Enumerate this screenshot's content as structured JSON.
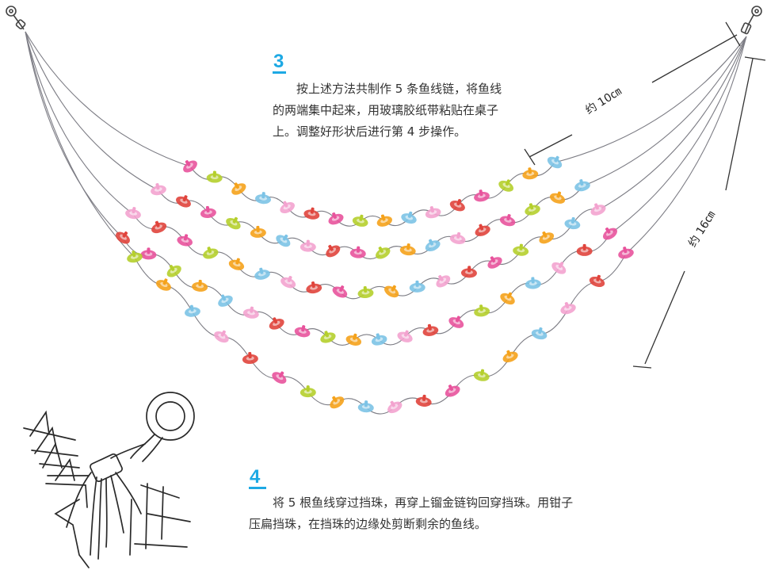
{
  "step3": {
    "number": "3",
    "text": "按上述方法共制作 5 条鱼线链，将鱼线的两端集中起来，用玻璃胶纸带粘贴在桌子上。调整好形状后进行第 4 步操作。"
  },
  "step4": {
    "number": "4",
    "text": "将 5 根鱼线穿过挡珠，再穿上镏金链钩回穿挡珠。用钳子压扁挡珠，在挡珠的边缘处剪断剩余的鱼线。"
  },
  "dimensions": {
    "short": "约 10㎝",
    "long": "约 16㎝"
  },
  "colors": {
    "accent": "#1da9e4",
    "bead_pink": "#e8539c",
    "bead_light_pink": "#f3a3cf",
    "bead_orange": "#f5a21b",
    "bead_yellow_green": "#b5cf2c",
    "bead_light_blue": "#7cc3e6",
    "bead_red": "#e0443c"
  },
  "icons": [
    "swivel-clasp-icon",
    "hand-icon",
    "bead-icon"
  ]
}
